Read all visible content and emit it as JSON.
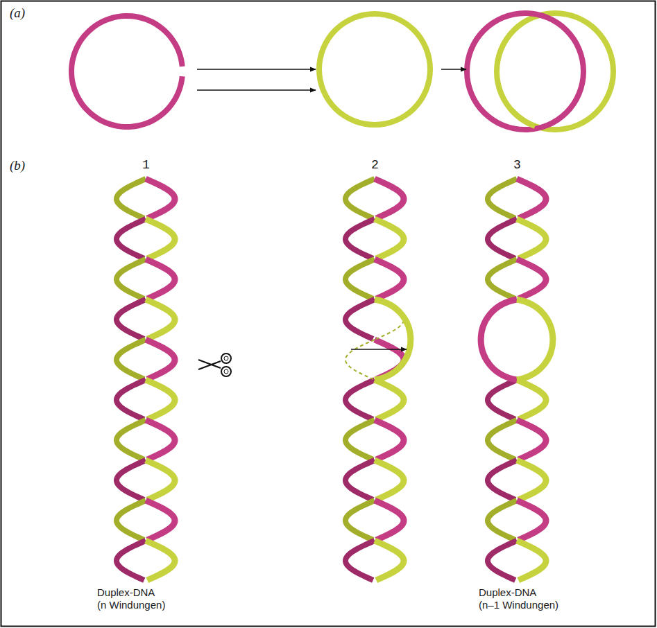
{
  "diagram": {
    "labels": [
      "(a)",
      "(b)",
      "1",
      "2",
      "3",
      "Duplex-DNA (n Windungen)",
      "Duplex-DNA (n–1 Windungen)"
    ]
  }
}
